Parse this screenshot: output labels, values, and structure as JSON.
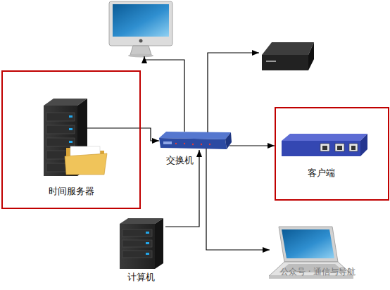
{
  "diagram": {
    "nodes": [
      {
        "text": [
          "时间服务器"
        ]
      },
      {
        "text": [
          "交换机"
        ]
      },
      {
        "text": [
          "客户端"
        ]
      },
      {
        "text": [
          "计算机"
        ]
      }
    ],
    "edges": [
      {
        "from": 0,
        "to": 1,
        "arrow": "to"
      },
      {
        "from": 1,
        "to": 2,
        "arrow": "to"
      },
      {
        "from": 3,
        "to": 1,
        "arrow": "to"
      }
    ],
    "labels": [
      "公众号 · 通信与导航"
    ]
  }
}
